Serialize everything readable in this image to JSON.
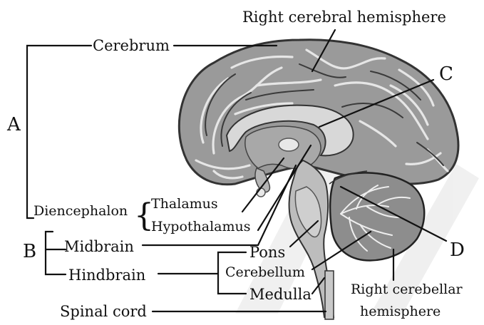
{
  "labels": {
    "right_cerebral_hemisphere": "Right cerebral hemisphere",
    "cerebrum": "Cerebrum",
    "c": "C",
    "a": "A",
    "diencephalon": "Diencephalon",
    "brace": "{",
    "thalamus": "Thalamus",
    "hypothalamus": "Hypothalamus",
    "b": "B",
    "midbrain": "Midbrain",
    "hindbrain": "Hindbrain",
    "pons": "Pons",
    "cerebellum": "Cerebellum",
    "medulla": "Medulla",
    "d": "D",
    "right_cerebellar_hemisphere_line1": "Right cerebellar",
    "right_cerebellar_hemisphere_line2": "hemisphere",
    "spinal_cord": "Spinal cord"
  }
}
